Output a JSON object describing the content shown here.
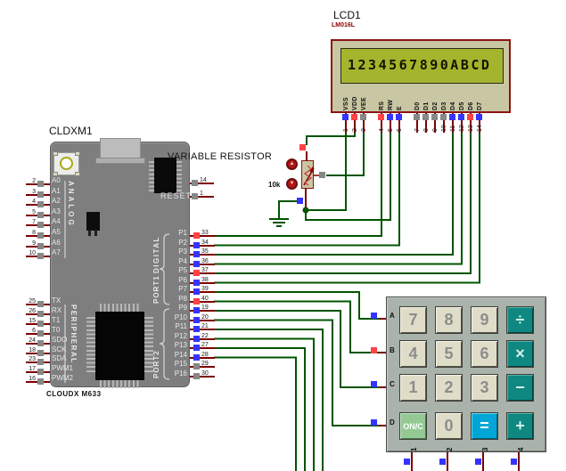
{
  "header": {
    "mcu_title": "CLDXM1",
    "mcu_footer": "CLOUDX M633",
    "reset_label": "RESET",
    "lcd_title": "LCD1",
    "lcd_model": "LM016L",
    "pot_title": "VARIABLE RESISTOR",
    "pot_value": "10k"
  },
  "lcd": {
    "display_text": "1234567890ABCD",
    "pins": [
      {
        "name": "VSS",
        "num": "1",
        "sq": "blue"
      },
      {
        "name": "VDD",
        "num": "2",
        "sq": "red"
      },
      {
        "name": "VEE",
        "num": "3",
        "sq": "grey"
      },
      {
        "name": "RS",
        "num": "4",
        "sq": "red"
      },
      {
        "name": "RW",
        "num": "5",
        "sq": "blue"
      },
      {
        "name": "E",
        "num": "6",
        "sq": "blue"
      },
      {
        "name": "D0",
        "num": "7",
        "sq": "grey"
      },
      {
        "name": "D1",
        "num": "8",
        "sq": "grey"
      },
      {
        "name": "D2",
        "num": "9",
        "sq": "grey"
      },
      {
        "name": "D3",
        "num": "10",
        "sq": "grey"
      },
      {
        "name": "D4",
        "num": "11",
        "sq": "blue"
      },
      {
        "name": "D5",
        "num": "12",
        "sq": "blue"
      },
      {
        "name": "D6",
        "num": "13",
        "sq": "red"
      },
      {
        "name": "D7",
        "num": "14",
        "sq": "blue"
      }
    ]
  },
  "mcu": {
    "group_labels": {
      "analog": "ANALOG",
      "peripheral": "PERIPHERAL",
      "digital": "DIGITAL",
      "port1": "PORT1",
      "port2": "PORT2"
    },
    "analog_pins": [
      {
        "name": "A0",
        "num": "2",
        "sq": "grey"
      },
      {
        "name": "A1",
        "num": "3",
        "sq": "grey"
      },
      {
        "name": "A2",
        "num": "4",
        "sq": "grey"
      },
      {
        "name": "A3",
        "num": "5",
        "sq": "grey"
      },
      {
        "name": "A4",
        "num": "7",
        "sq": "grey"
      },
      {
        "name": "A5",
        "num": "8",
        "sq": "grey"
      },
      {
        "name": "A6",
        "num": "9",
        "sq": "grey"
      },
      {
        "name": "A7",
        "num": "10",
        "sq": "grey"
      }
    ],
    "peripheral_pins": [
      {
        "name": "TX",
        "num": "25",
        "sq": "grey"
      },
      {
        "name": "RX",
        "num": "26",
        "sq": "grey"
      },
      {
        "name": "T1",
        "num": "15",
        "sq": "grey"
      },
      {
        "name": "T0",
        "num": "6",
        "sq": "grey"
      },
      {
        "name": "SDO",
        "num": "24",
        "sq": "grey"
      },
      {
        "name": "SCK",
        "num": "18",
        "sq": "grey"
      },
      {
        "name": "SDA",
        "num": "23",
        "sq": "grey"
      },
      {
        "name": "PWM1",
        "num": "17",
        "sq": "grey"
      },
      {
        "name": "PWM2",
        "num": "16",
        "sq": "grey"
      }
    ],
    "digital_pins": [
      {
        "name": "P1",
        "num": "33",
        "sq": "red"
      },
      {
        "name": "P2",
        "num": "34",
        "sq": "blue"
      },
      {
        "name": "P3",
        "num": "35",
        "sq": "blue"
      },
      {
        "name": "P4",
        "num": "36",
        "sq": "blue"
      },
      {
        "name": "P5",
        "num": "37",
        "sq": "red"
      },
      {
        "name": "P6",
        "num": "38",
        "sq": "blue"
      },
      {
        "name": "P7",
        "num": "39",
        "sq": "blue"
      },
      {
        "name": "P8",
        "num": "40",
        "sq": "red"
      },
      {
        "name": "P9",
        "num": "19",
        "sq": "blue"
      },
      {
        "name": "P10",
        "num": "20",
        "sq": "blue"
      },
      {
        "name": "P11",
        "num": "21",
        "sq": "blue"
      },
      {
        "name": "P12",
        "num": "22",
        "sq": "blue"
      },
      {
        "name": "P13",
        "num": "27",
        "sq": "blue"
      },
      {
        "name": "P14",
        "num": "28",
        "sq": "blue"
      },
      {
        "name": "P15",
        "num": "29",
        "sq": "grey"
      },
      {
        "name": "P16",
        "num": "30",
        "sq": "grey"
      }
    ],
    "reset_pins": [
      {
        "num": "14",
        "sq": "grey"
      },
      {
        "num": "1",
        "sq": "grey"
      }
    ]
  },
  "pot": {
    "terminals": {
      "top": "red",
      "wiper": "grey",
      "bottom": "blue"
    },
    "adjust_up": "▲",
    "adjust_down": "▼"
  },
  "keypad": {
    "rows": [
      {
        "label": "A",
        "sq": "blue"
      },
      {
        "label": "B",
        "sq": "red"
      },
      {
        "label": "C",
        "sq": "blue"
      },
      {
        "label": "D",
        "sq": "blue"
      }
    ],
    "cols": [
      {
        "label": "1",
        "sq": "blue"
      },
      {
        "label": "2",
        "sq": "blue"
      },
      {
        "label": "3",
        "sq": "blue"
      },
      {
        "label": "4",
        "sq": "blue"
      }
    ],
    "keys": [
      {
        "label": "7",
        "type": "num"
      },
      {
        "label": "8",
        "type": "num"
      },
      {
        "label": "9",
        "type": "num"
      },
      {
        "label": "÷",
        "type": "op"
      },
      {
        "label": "4",
        "type": "num"
      },
      {
        "label": "5",
        "type": "num"
      },
      {
        "label": "6",
        "type": "num"
      },
      {
        "label": "×",
        "type": "op"
      },
      {
        "label": "1",
        "type": "num"
      },
      {
        "label": "2",
        "type": "num"
      },
      {
        "label": "3",
        "type": "num"
      },
      {
        "label": "−",
        "type": "op"
      },
      {
        "label": "ON/C",
        "type": "onc"
      },
      {
        "label": "0",
        "type": "num"
      },
      {
        "label": "=",
        "type": "eq"
      },
      {
        "label": "+",
        "type": "op"
      }
    ]
  },
  "colors": {
    "wire_green": "#005400",
    "pin_stub_red": "#7d0000",
    "terminal_blue": "#3434ff",
    "terminal_red": "#ff4242",
    "terminal_grey": "#878787",
    "lcd_screen": "#a4b42c",
    "lcd_body": "#c9c7a3",
    "board_grey": "#7e7e7e",
    "keypad_body": "#a9b2ab",
    "key_number": "#dfddc8",
    "key_operator": "#0e8880",
    "key_equals": "#00a7d6",
    "key_onc": "#94c994"
  }
}
